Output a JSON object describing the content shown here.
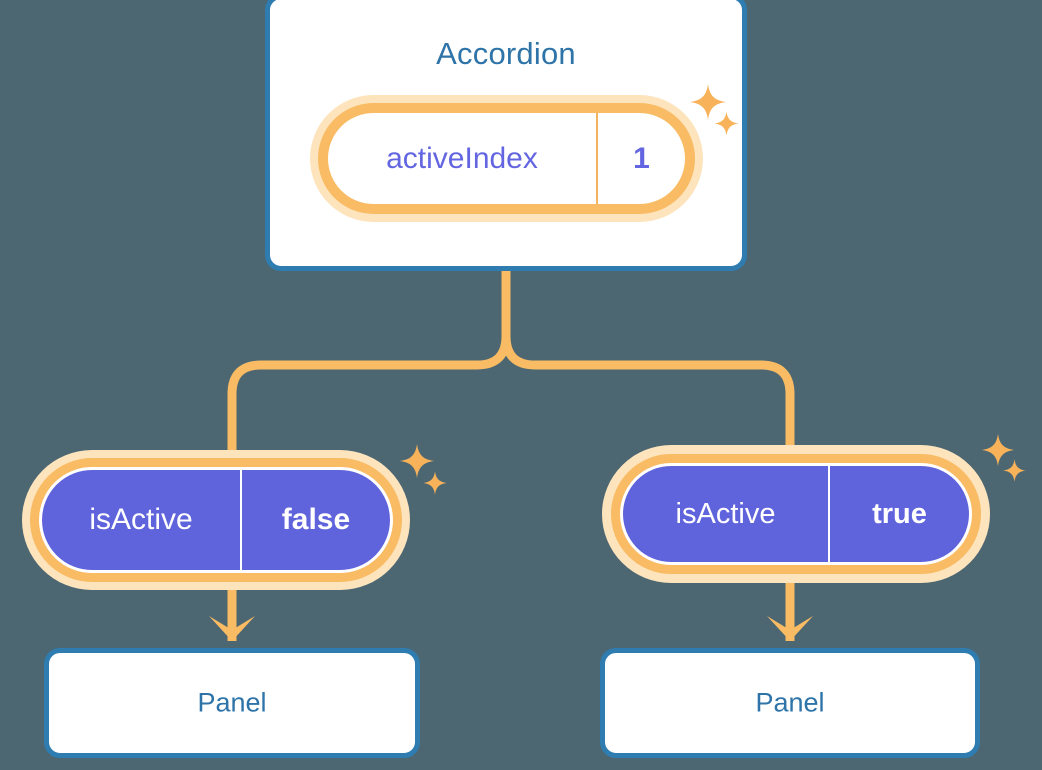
{
  "canvas": {
    "background_color": "#4d6772",
    "accent_orange": "#f9bb63",
    "accent_orange_pale": "#fde4bd",
    "accent_blue": "#2e7cb0",
    "title_blue": "#2e74a8",
    "purple": "#6064dc",
    "purple_text": "#6366e0"
  },
  "tree": {
    "root": {
      "component_name": "Accordion",
      "state": {
        "key": "activeIndex",
        "value": "1"
      }
    },
    "children": [
      {
        "prop": {
          "key": "isActive",
          "value": "false"
        },
        "component_name": "Panel"
      },
      {
        "prop": {
          "key": "isActive",
          "value": "true"
        },
        "component_name": "Panel"
      }
    ]
  },
  "icons": {
    "sparkle": "sparkle-star-icon",
    "arrow": "arrow-down-icon"
  }
}
